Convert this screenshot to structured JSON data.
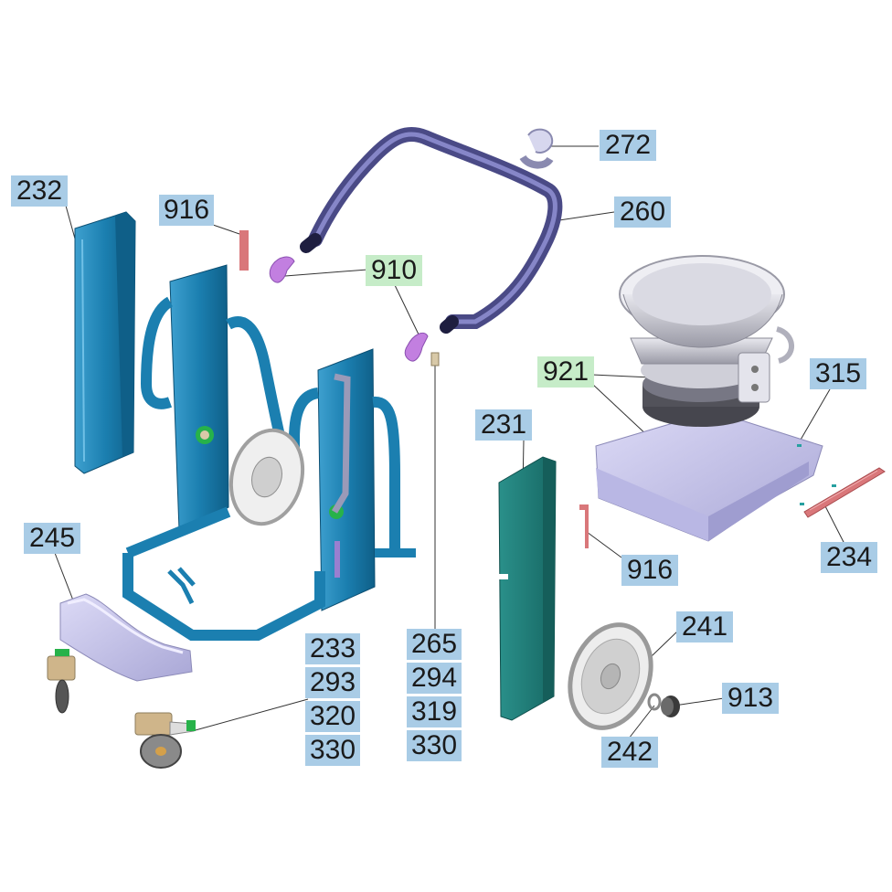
{
  "callouts": {
    "c232": "232",
    "c916a": "916",
    "c910": "910",
    "c272": "272",
    "c260": "260",
    "c921": "921",
    "c315": "315",
    "c231": "231",
    "c245": "245",
    "c916b": "916",
    "c234": "234",
    "c241": "241",
    "c233": "233",
    "c293": "293",
    "c320": "320",
    "c330a": "330",
    "c265": "265",
    "c294": "294",
    "c319": "319",
    "c330b": "330",
    "c913": "913",
    "c242": "242"
  },
  "colors": {
    "callout_blue": "#a9cce6",
    "callout_green": "#c6ecc8",
    "frame_blue": "#1b7fb0",
    "panel_teal": "#1f7c78",
    "handle_purple": "#4a4a86",
    "clip_pink": "#c27fe0",
    "strip_red": "#d9777a",
    "tray_lavender": "#c9c8ec",
    "funnel_grey": "#b9b9c4"
  }
}
